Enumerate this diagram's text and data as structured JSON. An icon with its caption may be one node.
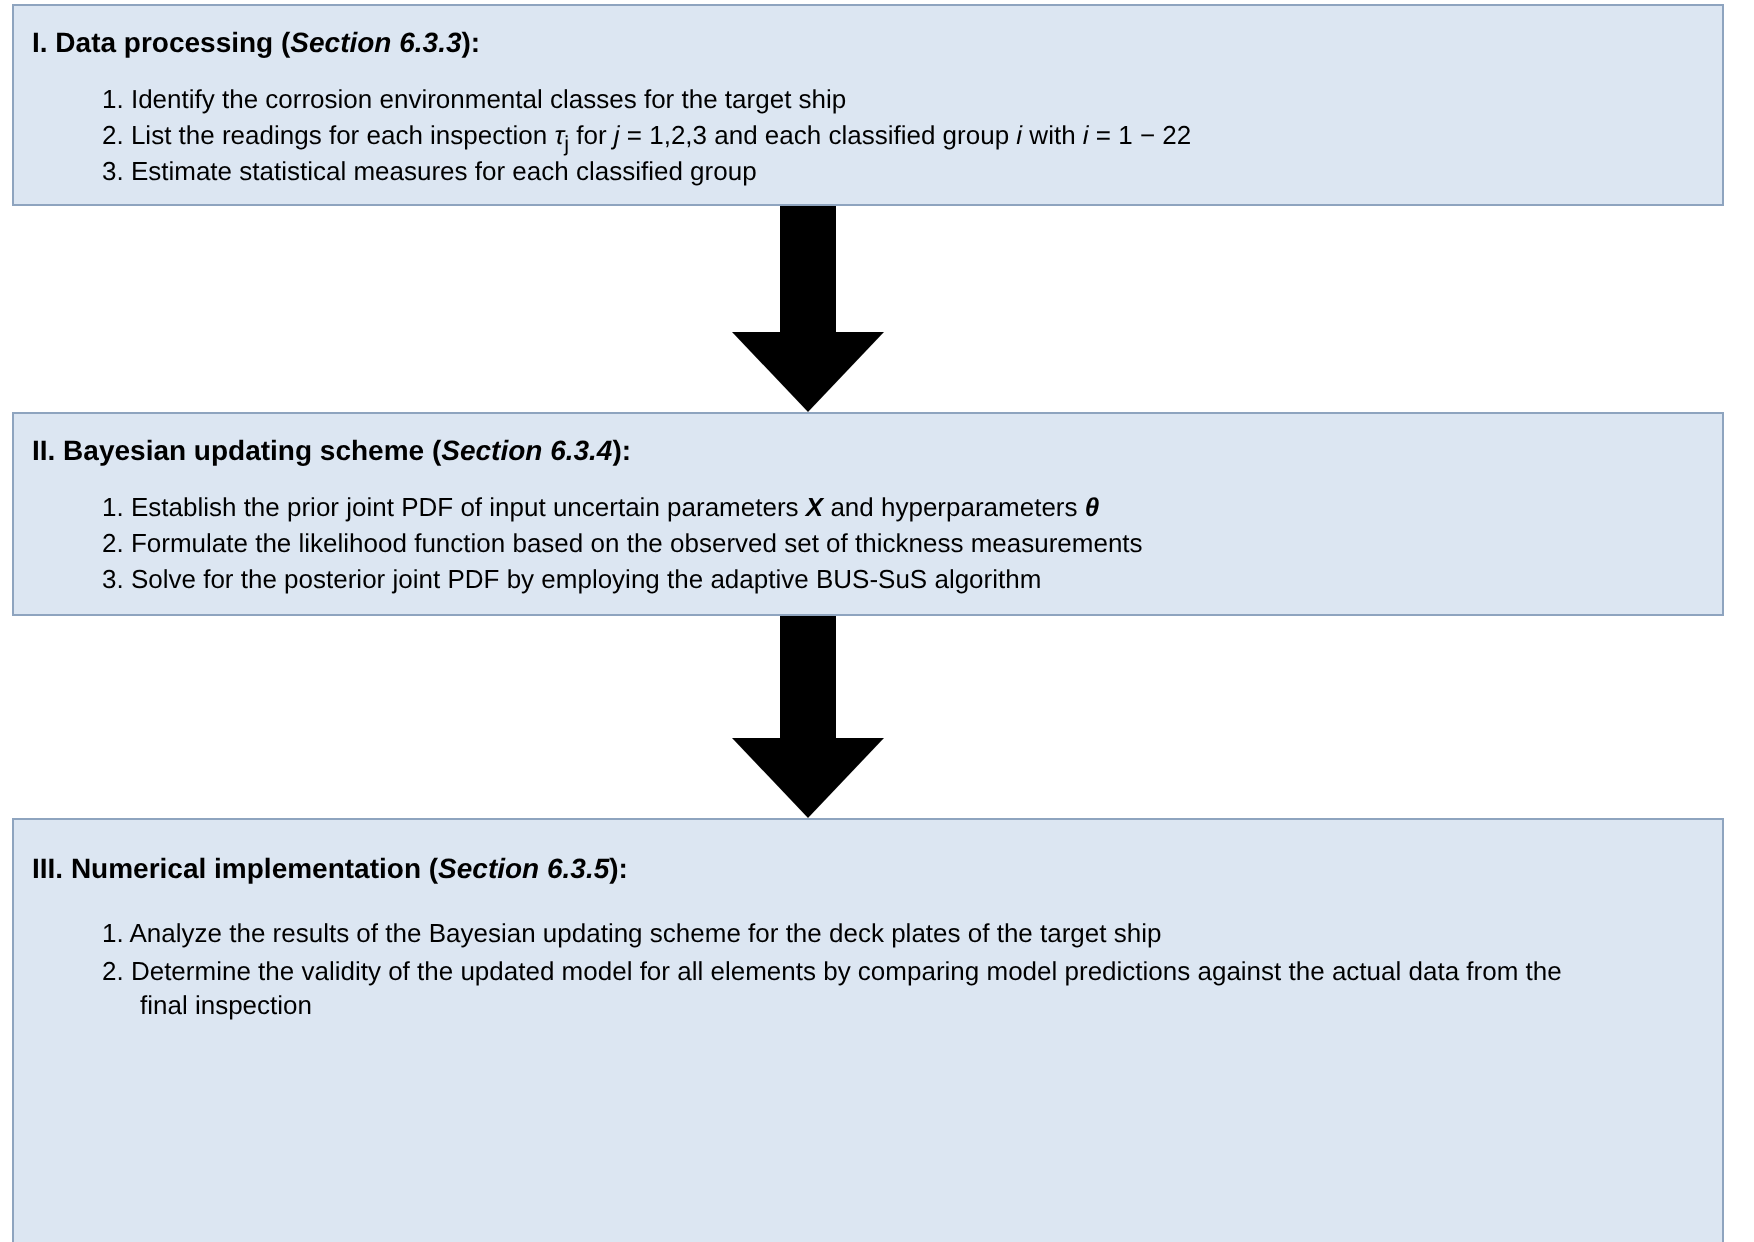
{
  "diagram": {
    "nodes": [
      {
        "text": [
          "I. Data processing (*Section 6.3.3*):",
          "1. Identify the corrosion environmental classes for the target ship",
          "2. List the readings for each inspection *τ*$_{j}$ for *j* = 1,2,3 and each classified group *i* with *i* = 1 − 22",
          "3. Estimate statistical measures for each classified group"
        ]
      },
      {
        "text": [
          "II. Bayesian updating scheme (*Section 6.3.4*):",
          "1. Establish the prior joint PDF of input uncertain parameters **X** and hyperparameters **θ**",
          "2. Formulate the likelihood function based on the observed set of thickness measurements",
          "3. Solve for the posterior joint PDF by employing the adaptive BUS-SuS algorithm"
        ]
      },
      {
        "text": [
          "III. Numerical implementation (*Section 6.3.5*):",
          "1. Analyze the results of the Bayesian updating scheme for the deck plates of the target ship",
          "2. Determine the validity of the updated model for all elements by comparing model predictions against the actual data from the final inspection"
        ]
      }
    ],
    "edges": [
      {
        "from": 0,
        "to": 1,
        "arrow": "to"
      },
      {
        "from": 1,
        "to": 2,
        "arrow": "to"
      }
    ]
  }
}
